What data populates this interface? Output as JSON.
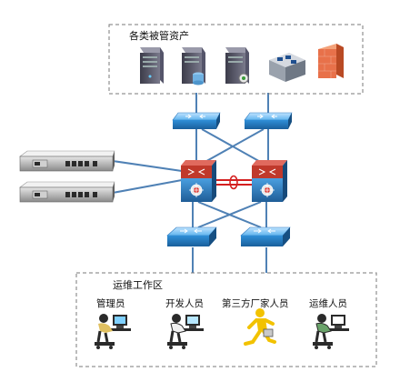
{
  "asset_zone": {
    "title": "各类被管资产",
    "assets": [
      {
        "kind": "server-tower-icon"
      },
      {
        "kind": "database-server-icon"
      },
      {
        "kind": "app-server-icon"
      },
      {
        "kind": "storage-device-icon"
      },
      {
        "kind": "firewall-icon"
      }
    ]
  },
  "ops_zone": {
    "title": "运维工作区",
    "roles": [
      {
        "label": "管理员",
        "icon": "administrator-icon"
      },
      {
        "label": "开发人员",
        "icon": "developer-icon"
      },
      {
        "label": "第三方厂家人员",
        "icon": "third-party-vendor-icon"
      },
      {
        "label": "运维人员",
        "icon": "ops-engineer-icon"
      }
    ]
  },
  "devices": {
    "appliances": [
      "bastion-appliance-icon",
      "bastion-appliance-icon"
    ],
    "upper_switches": [
      "upper-switch-icon",
      "upper-switch-icon"
    ],
    "core_switches": [
      "core-switch-icon",
      "core-switch-icon"
    ],
    "lower_switches": [
      "lower-switch-icon",
      "lower-switch-icon"
    ]
  },
  "colors": {
    "link": "#4f81b5",
    "switch": "#2f8fd8",
    "core": "#c0392b",
    "ha_link": "#d42020"
  }
}
